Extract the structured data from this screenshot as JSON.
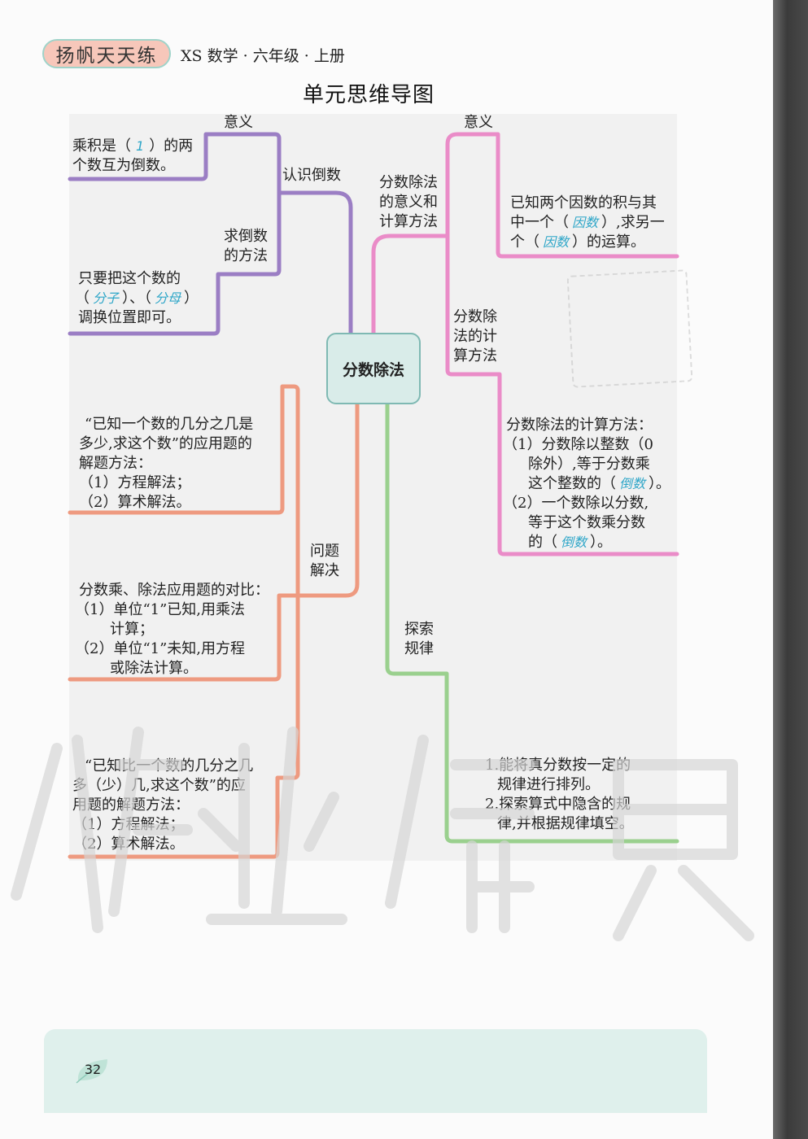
{
  "header": {
    "series": "扬帆天天练",
    "book": "XS 数学 · 六年级 · 上册"
  },
  "map": {
    "title": "单元思维导图",
    "center": "分数除法",
    "branch_reciprocal": {
      "label": "认识倒数",
      "meaning_label": "意义",
      "meaning_text_1": "乘积是（",
      "meaning_answer": "1",
      "meaning_text_2": "）的两",
      "meaning_text_3": "个数互为倒数。",
      "method_label_1": "求倒数",
      "method_label_2": "的方法",
      "method_text_1": "只要把这个数的",
      "method_ans_1": "分子",
      "method_ans_2": "分母",
      "method_text_3": "调换位置即可。"
    },
    "branch_division": {
      "label_1": "分数除法",
      "label_2": "的意义和",
      "label_3": "计算方法",
      "meaning_label": "意义",
      "meaning_text_1": "已知两个因数的积与其",
      "meaning_text_2a": "中一个（",
      "meaning_ans_1": "因数",
      "meaning_text_2b": "）,求另一",
      "meaning_text_3a": "个（",
      "meaning_ans_2": "因数",
      "meaning_text_3b": "）的运算。",
      "calc_label_1": "分数除",
      "calc_label_2": "法的计",
      "calc_label_3": "算方法",
      "calc_text_1": "分数除法的计算方法：",
      "calc_text_2": "（1）分数除以整数（0",
      "calc_text_3": "除外）,等于分数乘",
      "calc_text_4a": "这个整数的（",
      "calc_ans_1": "倒数",
      "calc_text_4b": "）。",
      "calc_text_5": "（2）一个数除以分数,",
      "calc_text_6": "等于这个数乘分数",
      "calc_text_7a": "的（",
      "calc_ans_2": "倒数",
      "calc_text_7b": "）。"
    },
    "branch_problem": {
      "label_1": "问题",
      "label_2": "解决",
      "item1_1": "“已知一个数的几分之几是",
      "item1_2": "多少,求这个数”的应用题的",
      "item1_3": "解题方法：",
      "item1_4": "（1）方程解法；",
      "item1_5": "（2）算术解法。",
      "item2_1": "分数乘、除法应用题的对比：",
      "item2_2": "（1）单位“1”已知,用乘法",
      "item2_3": "计算；",
      "item2_4": "（2）单位“1”未知,用方程",
      "item2_5": "或除法计算。",
      "item3_1": "“已知比一个数的几分之几",
      "item3_2": "多（少）几,求这个数”的应",
      "item3_3": "用题的解题方法：",
      "item3_4": "（1）方程解法；",
      "item3_5": "（2）算术解法。"
    },
    "branch_pattern": {
      "label_1": "探索",
      "label_2": "规律",
      "text_1": "1.能将真分数按一定的",
      "text_2": "规律进行排列。",
      "text_3": "2.探索算式中隐含的规",
      "text_4": "律,并根据规律填空。"
    }
  },
  "footer": {
    "page_number": "32"
  },
  "colors": {
    "purple": "#9b7ec4",
    "pink": "#ea8cc8",
    "salmon": "#ee9a80",
    "green": "#9ad08e",
    "answer": "#2ea6c8"
  }
}
